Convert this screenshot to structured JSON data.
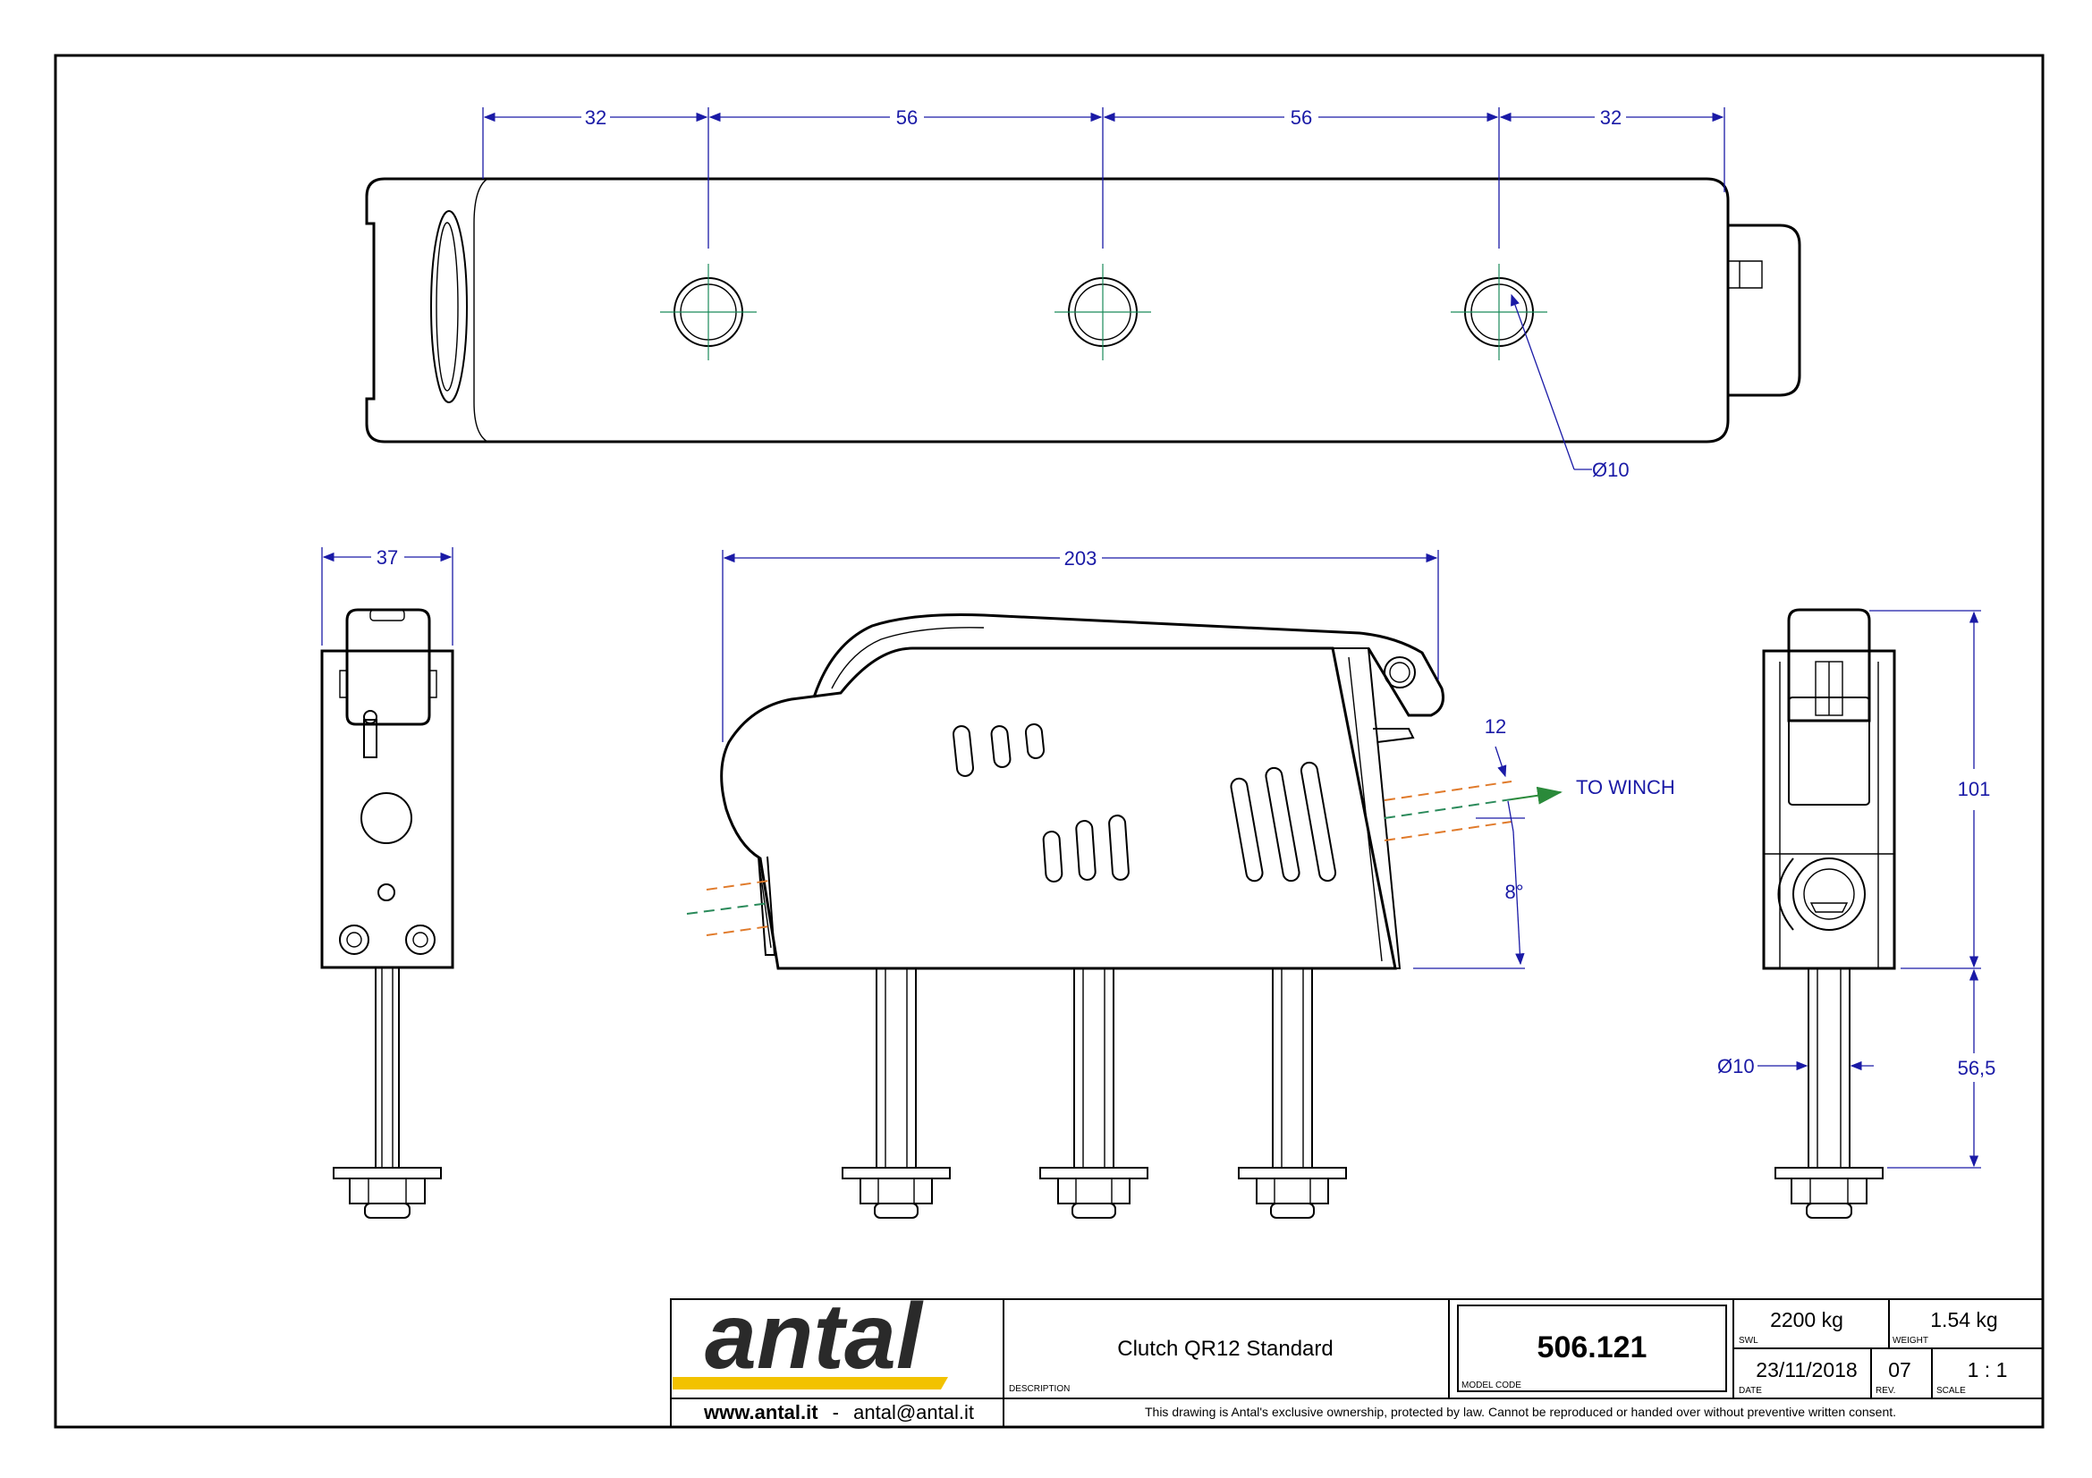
{
  "dimensions": {
    "top_32_left": "32",
    "top_56_left": "56",
    "top_56_right": "56",
    "top_32_right": "32",
    "hole_diameter_top": "Ø10",
    "width_37": "37",
    "length_203": "203",
    "offset_12": "12",
    "angle_8": "8°",
    "height_101": "101",
    "bolt_length": "56,5",
    "bolt_diameter": "Ø10"
  },
  "annotation": {
    "to_winch": "TO WINCH"
  },
  "title_block": {
    "logo_text": "antal",
    "website": "www.antal.it",
    "separator": "-",
    "email": "antal@antal.it",
    "description": "Clutch QR12 Standard",
    "description_label": "DESCRIPTION",
    "model_code": "506.121",
    "model_code_label": "MODEL CODE",
    "swl": "2200 kg",
    "swl_label": "SWL",
    "weight": "1.54 kg",
    "weight_label": "WEIGHT",
    "date": "23/11/2018",
    "date_label": "DATE",
    "rev": "07",
    "rev_label": "REV.",
    "scale": "1 : 1",
    "scale_label": "SCALE",
    "ownership_note": "This drawing is Antal's exclusive ownership, protected by law. Cannot be reproduced or handed over without preventive written consent."
  },
  "colors": {
    "dimension": "#1a1aa6",
    "logo_stripe": "#f2c200",
    "center_line": "#1a8a5a",
    "rope_line": "#e07a2a"
  }
}
